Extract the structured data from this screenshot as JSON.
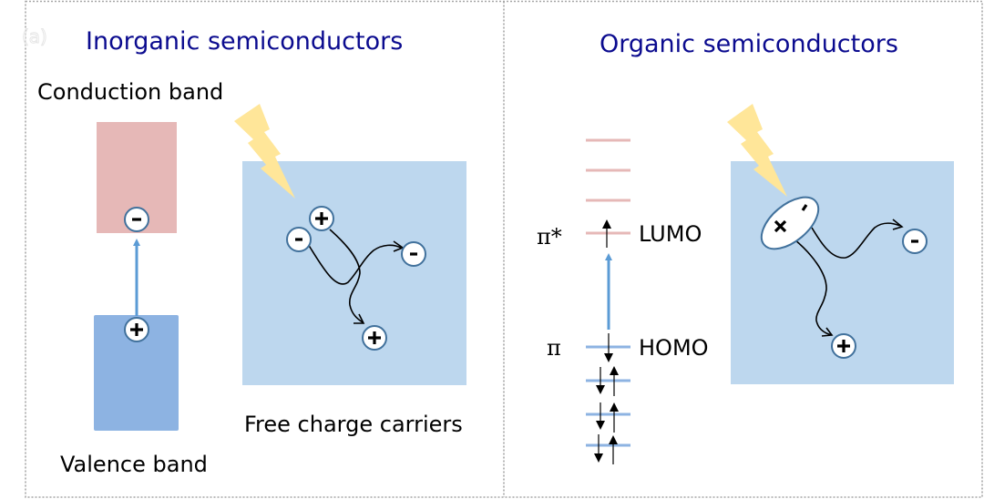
{
  "panels": {
    "left": {
      "tag": "(a)",
      "title": "Inorganic semiconductors",
      "conduction_band_label": "Conduction band",
      "valence_band_label": "Valence band",
      "free_carriers_label": "Free charge carriers"
    },
    "right": {
      "title": "Organic semiconductors",
      "pi_star_label": "π*",
      "pi_label": "π",
      "lumo_label": "LUMO",
      "homo_label": "HOMO"
    }
  },
  "colors": {
    "title": "#0b0b8f",
    "conduction_band": "#e6b8b7",
    "valence_band": "#8db3e2",
    "material": "#bdd7ee",
    "light": "#ffe699",
    "excitation_arrow": "#5b9bd5",
    "lumo_levels": "#e6b8b7",
    "homo_levels": "#8db3e2",
    "carrier_outline": "#41719c",
    "border": "#a6a6a6"
  },
  "symbols": {
    "electron": "-",
    "hole": "+"
  }
}
